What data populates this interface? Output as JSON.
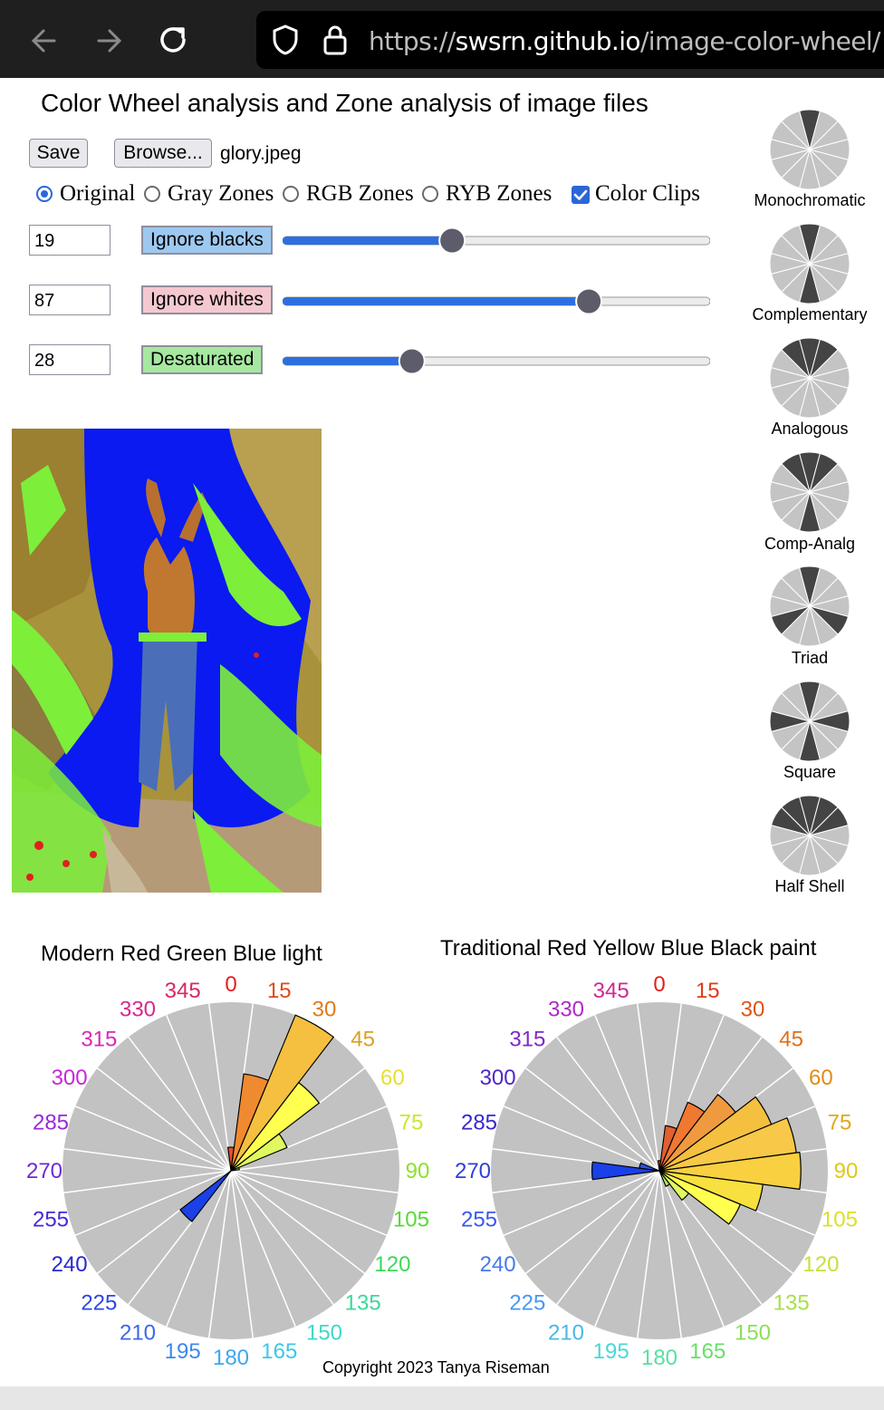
{
  "browser": {
    "url_scheme": "https://",
    "url_host": "swsrn.github.io",
    "url_path": "/image-color-wheel/"
  },
  "page": {
    "title": "Color Wheel analysis and Zone analysis of image files",
    "save_label": "Save",
    "browse_label": "Browse...",
    "filename": "glory.jpeg",
    "modes": {
      "original": "Original",
      "gray": "Gray Zones",
      "rgb": "RGB Zones",
      "ryb": "RYB Zones",
      "clips": "Color Clips"
    },
    "selected_mode": "Original",
    "color_clips_checked": true,
    "ignore_blacks": {
      "value": "19",
      "label": "Ignore blacks",
      "color": "#9dc8f0",
      "slider": 0.39
    },
    "ignore_whites": {
      "value": "87",
      "label": "Ignore whites",
      "color": "#f5c8d0",
      "slider": 0.73
    },
    "desaturated": {
      "value": "28",
      "label": "Desaturated",
      "color": "#a6e8a0",
      "slider": 0.29
    },
    "slider_color": "#2d6fe0",
    "wheel_rgb_title": "Modern Red Green Blue light",
    "wheel_ryb_title": "Traditional Red Yellow Blue Black paint",
    "copyright": "Copyright 2023 Tanya Riseman"
  },
  "schemes": [
    {
      "name": "Monochromatic",
      "dark": [
        0
      ]
    },
    {
      "name": "Complementary",
      "dark": [
        0,
        6
      ]
    },
    {
      "name": "Analogous",
      "dark": [
        11,
        0,
        1
      ]
    },
    {
      "name": "Comp-Analg",
      "dark": [
        11,
        0,
        1,
        6
      ]
    },
    {
      "name": "Triad",
      "dark": [
        0,
        4,
        8
      ]
    },
    {
      "name": "Square",
      "dark": [
        0,
        3,
        6,
        9
      ]
    },
    {
      "name": "Half Shell",
      "dark": [
        10,
        11,
        0,
        1,
        2
      ]
    }
  ],
  "wheels": {
    "angle_labels": [
      "0",
      "15",
      "30",
      "45",
      "60",
      "75",
      "90",
      "105",
      "120",
      "135",
      "150",
      "165",
      "180",
      "195",
      "210",
      "225",
      "240",
      "255",
      "270",
      "285",
      "300",
      "315",
      "330",
      "345"
    ],
    "rgb_label_colors": [
      "#e02020",
      "#e04a1a",
      "#e07a18",
      "#dca020",
      "#e6e030",
      "#c8e830",
      "#8ee030",
      "#58d838",
      "#3cd85c",
      "#3cd898",
      "#3cd8c8",
      "#3cc8e8",
      "#3ca8f0",
      "#3c88f0",
      "#3c68e8",
      "#2c48e0",
      "#2828d0",
      "#4828d8",
      "#7028d8",
      "#9a28d8",
      "#c828d8",
      "#d828b8",
      "#d82890",
      "#d82860"
    ],
    "ryb_label_colors": [
      "#e02020",
      "#e03a1a",
      "#e05418",
      "#e07018",
      "#e08c18",
      "#e0a818",
      "#e0c818",
      "#dce028",
      "#c8e038",
      "#a8e048",
      "#88e058",
      "#68e068",
      "#58e0a0",
      "#48d8d8",
      "#48b8e8",
      "#4898f0",
      "#4878f0",
      "#3c58e8",
      "#3040d8",
      "#3828c8",
      "#5028c8",
      "#8028c8",
      "#b028c8",
      "#d02890"
    ],
    "rgb_wedges": [
      {
        "angle": 0,
        "value": 0.14,
        "color": "#e05030"
      },
      {
        "angle": 15,
        "value": 0.58,
        "color": "#f08a30"
      },
      {
        "angle": 30,
        "value": 1.0,
        "color": "#f5c040"
      },
      {
        "angle": 45,
        "value": 0.66,
        "color": "#ffff50"
      },
      {
        "angle": 60,
        "value": 0.36,
        "color": "#e0f860"
      },
      {
        "angle": 75,
        "value": 0.05,
        "color": "#b0f060"
      },
      {
        "angle": 225,
        "value": 0.38,
        "color": "#1a40e8"
      }
    ],
    "ryb_wedges": [
      {
        "angle": 0,
        "value": 0.06,
        "color": "#e05030"
      },
      {
        "angle": 15,
        "value": 0.27,
        "color": "#e06030"
      },
      {
        "angle": 30,
        "value": 0.44,
        "color": "#f07830"
      },
      {
        "angle": 45,
        "value": 0.57,
        "color": "#f09a40"
      },
      {
        "angle": 60,
        "value": 0.72,
        "color": "#f5c040"
      },
      {
        "angle": 75,
        "value": 0.82,
        "color": "#f8c848"
      },
      {
        "angle": 90,
        "value": 0.84,
        "color": "#f8d040"
      },
      {
        "angle": 105,
        "value": 0.62,
        "color": "#f8e040"
      },
      {
        "angle": 120,
        "value": 0.52,
        "color": "#ffff50"
      },
      {
        "angle": 135,
        "value": 0.22,
        "color": "#e0f860"
      },
      {
        "angle": 150,
        "value": 0.1,
        "color": "#b0f060"
      },
      {
        "angle": 270,
        "value": 0.4,
        "color": "#1a40e8"
      },
      {
        "angle": 285,
        "value": 0.12,
        "color": "#3050e8"
      }
    ]
  }
}
